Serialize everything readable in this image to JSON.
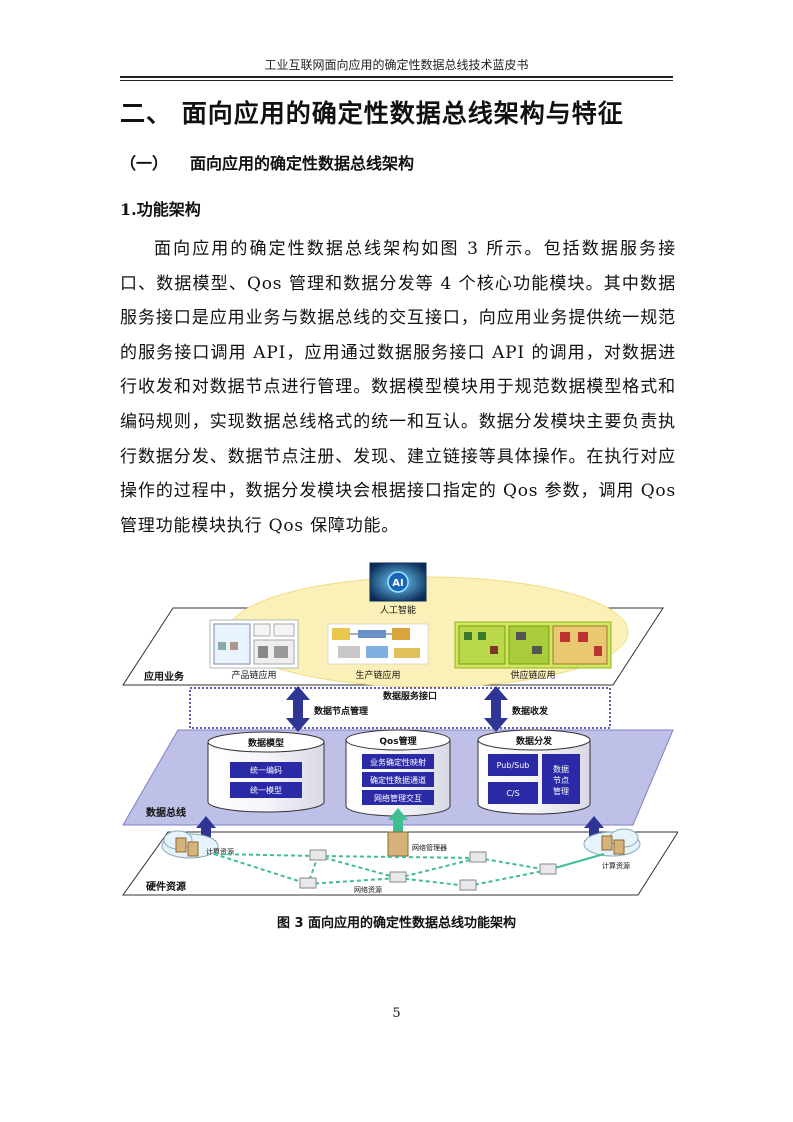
{
  "header": {
    "title": "工业互联网面向应用的确定性数据总线技术蓝皮书"
  },
  "section": {
    "title": "二、 面向应用的确定性数据总线架构与特征",
    "sub_number": "（一）",
    "sub_title": "面向应用的确定性数据总线架构",
    "subsub_title": "1.功能架构"
  },
  "body": {
    "paragraph": "面向应用的确定性数据总线架构如图 3 所示。包括数据服务接口、数据模型、Qos 管理和数据分发等 4 个核心功能模块。其中数据服务接口是应用业务与数据总线的交互接口，向应用业务提供统一规范的服务接口调用 API，应用通过数据服务接口 API 的调用，对数据进行收发和对数据节点进行管理。数据模型模块用于规范数据模型格式和编码规则，实现数据总线格式的统一和互认。数据分发模块主要负责执行数据分发、数据节点注册、发现、建立链接等具体操作。在执行对应操作的过程中，数据分发模块会根据接口指定的 Qos 参数，调用 Qos 管理功能模块执行 Qos 保障功能。"
  },
  "figure": {
    "ai_badge": "AI",
    "ai_label": "人工智能",
    "app_layer": "应用业务",
    "product_chain": "产品链应用",
    "production_chain": "生产链应用",
    "supply_chain": "供应链应用",
    "service_interface": "数据服务接口",
    "node_mgmt": "数据节点管理",
    "data_txrx": "数据收发",
    "data_model": "数据模型",
    "unified_encoding": "统一编码",
    "unified_model": "统一模型",
    "qos_mgmt": "Qos管理",
    "qos_item1": "业务确定性映射",
    "qos_item2": "确定性数据通道",
    "qos_item3": "网络管理交互",
    "data_dist": "数据分发",
    "pubsub": "Pub/Sub",
    "cs": "C/S",
    "node_mgmt_v": [
      "数据",
      "节点",
      "管理"
    ],
    "bus_layer": "数据总线",
    "hw_layer": "硬件资源",
    "compute_left": "计算资源",
    "compute_right": "计算资源",
    "network_manager": "网络管理器",
    "network_resource": "网络资源",
    "colors": {
      "bus": "#bfc0e8",
      "module": "#2b2aa6",
      "arrow": "#2f3595",
      "net": "#3fbf8f",
      "ellipse": "#fbf1b8"
    }
  },
  "caption": "图 3 面向应用的确定性数据总线功能架构",
  "page_number": "5"
}
